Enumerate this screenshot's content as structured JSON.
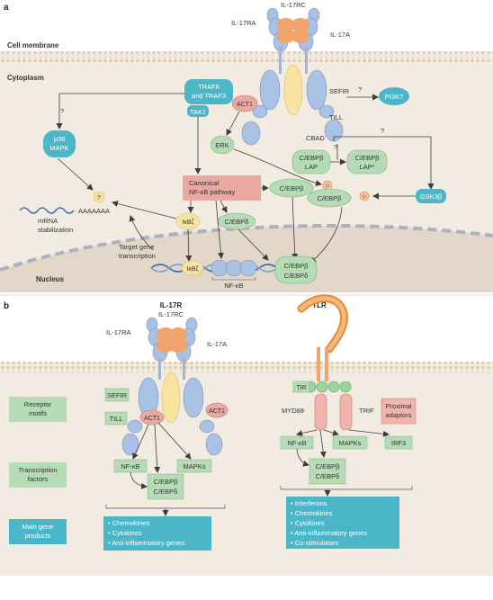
{
  "panel_a": {
    "letter": "a",
    "cell_membrane": "Cell membrane",
    "cytoplasm": "Cytoplasm",
    "nucleus": "Nucleus",
    "il17rc": "IL-17RC",
    "il17ra": "IL-17RA",
    "il17a": "IL-17A",
    "traf6": "TRAF6",
    "and_traf3": "and TRAF3",
    "tak1": "TAK1",
    "act1": "ACT1",
    "sefir": "SEFIR",
    "till": "TILL",
    "cbad": "CBAD",
    "pi3k": "PI3K?",
    "p38_line1": "p38",
    "p38_line2": "MAPK",
    "erk": "ERK",
    "canonical_line1": "Canonical",
    "canonical_line2": "NF-κB pathway",
    "cebpb": "C/EBPβ",
    "cebpb_lap_line1": "C/EBPβ",
    "cebpb_lap_line2": "LAP",
    "cebpb_lapstar_line1": "C/EBPβ",
    "cebpb_lapstar_line2": "LAP*",
    "cebpd": "C/EBPδ",
    "ikbz": "IκBζ",
    "gsk3b": "GSK3β",
    "p_label": "P",
    "question": "?",
    "aaaa": "AAAAAAA",
    "mrna_line1": "mRNA",
    "mrna_line2": "stabilization",
    "target_line1": "Target gene",
    "target_line2": "transcription",
    "nfkb": "NF-κB",
    "nuclear_cebpb": "C/EBPβ",
    "nuclear_cebpd": "C/EBPδ"
  },
  "panel_b": {
    "letter": "b",
    "il17r_title": "IL-17R",
    "tlr_title": "TLR",
    "il17rc": "IL-17RC",
    "il17ra": "IL-17RA",
    "il17a": "IL-17A",
    "row_labels": {
      "receptor_line1": "Receptor",
      "receptor_line2": "motifs",
      "transcription_line1": "Transcription",
      "transcription_line2": "factors",
      "main_line1": "Main gene",
      "main_line2": "products"
    },
    "sefir": "SEFIR",
    "till": "TILL",
    "act1": "ACT1",
    "nfkb": "NF-κB",
    "mapks": "MAPKs",
    "cebpb": "C/EBPβ",
    "cebpd": "C/EBPδ",
    "il17r_products": [
      "• Chemokines",
      "• Cytokines",
      "• Anti-inflammatory genes"
    ],
    "tir": "TIR",
    "myd88": "MYD88",
    "trif": "TRIF",
    "proximal_line1": "Proximal",
    "proximal_line2": "adaptors",
    "irf3": "IRF3",
    "tlr_products": [
      "• Interferons",
      "• Chemokines",
      "• Cytokines",
      "• Anti-inflammatory genes",
      "• Co-stimulators"
    ]
  },
  "colors": {
    "cytoplasm": "#f2ebe1",
    "receptor_blue": "#a9c1e4",
    "ligand_orange": "#f0a36a",
    "ligand_yellow": "#f8e3a0",
    "nfkb_red": "#e9a8a0",
    "teal": "#4bb6c8",
    "green": "#b6dcb6",
    "pink_box": "#efb5ac"
  }
}
